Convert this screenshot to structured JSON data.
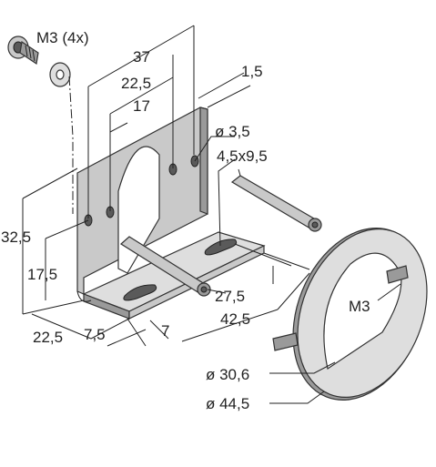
{
  "labels": {
    "screw": "M3 (4x)",
    "d37": "37",
    "d22_5_top": "22,5",
    "d1_5": "1,5",
    "d17": "17",
    "d3_5": "ø 3,5",
    "d4_5x9_5": "4,5x9,5",
    "d32_5": "32,5",
    "d17_5": "17,5",
    "d27_5": "27,5",
    "m3_ring": "M3",
    "d42_5": "42,5",
    "d7": "7",
    "d22_5_bottom": "22,5",
    "d7_5": "7,5",
    "d30_6": "ø 30,6",
    "d44_5": "ø 44,5"
  }
}
